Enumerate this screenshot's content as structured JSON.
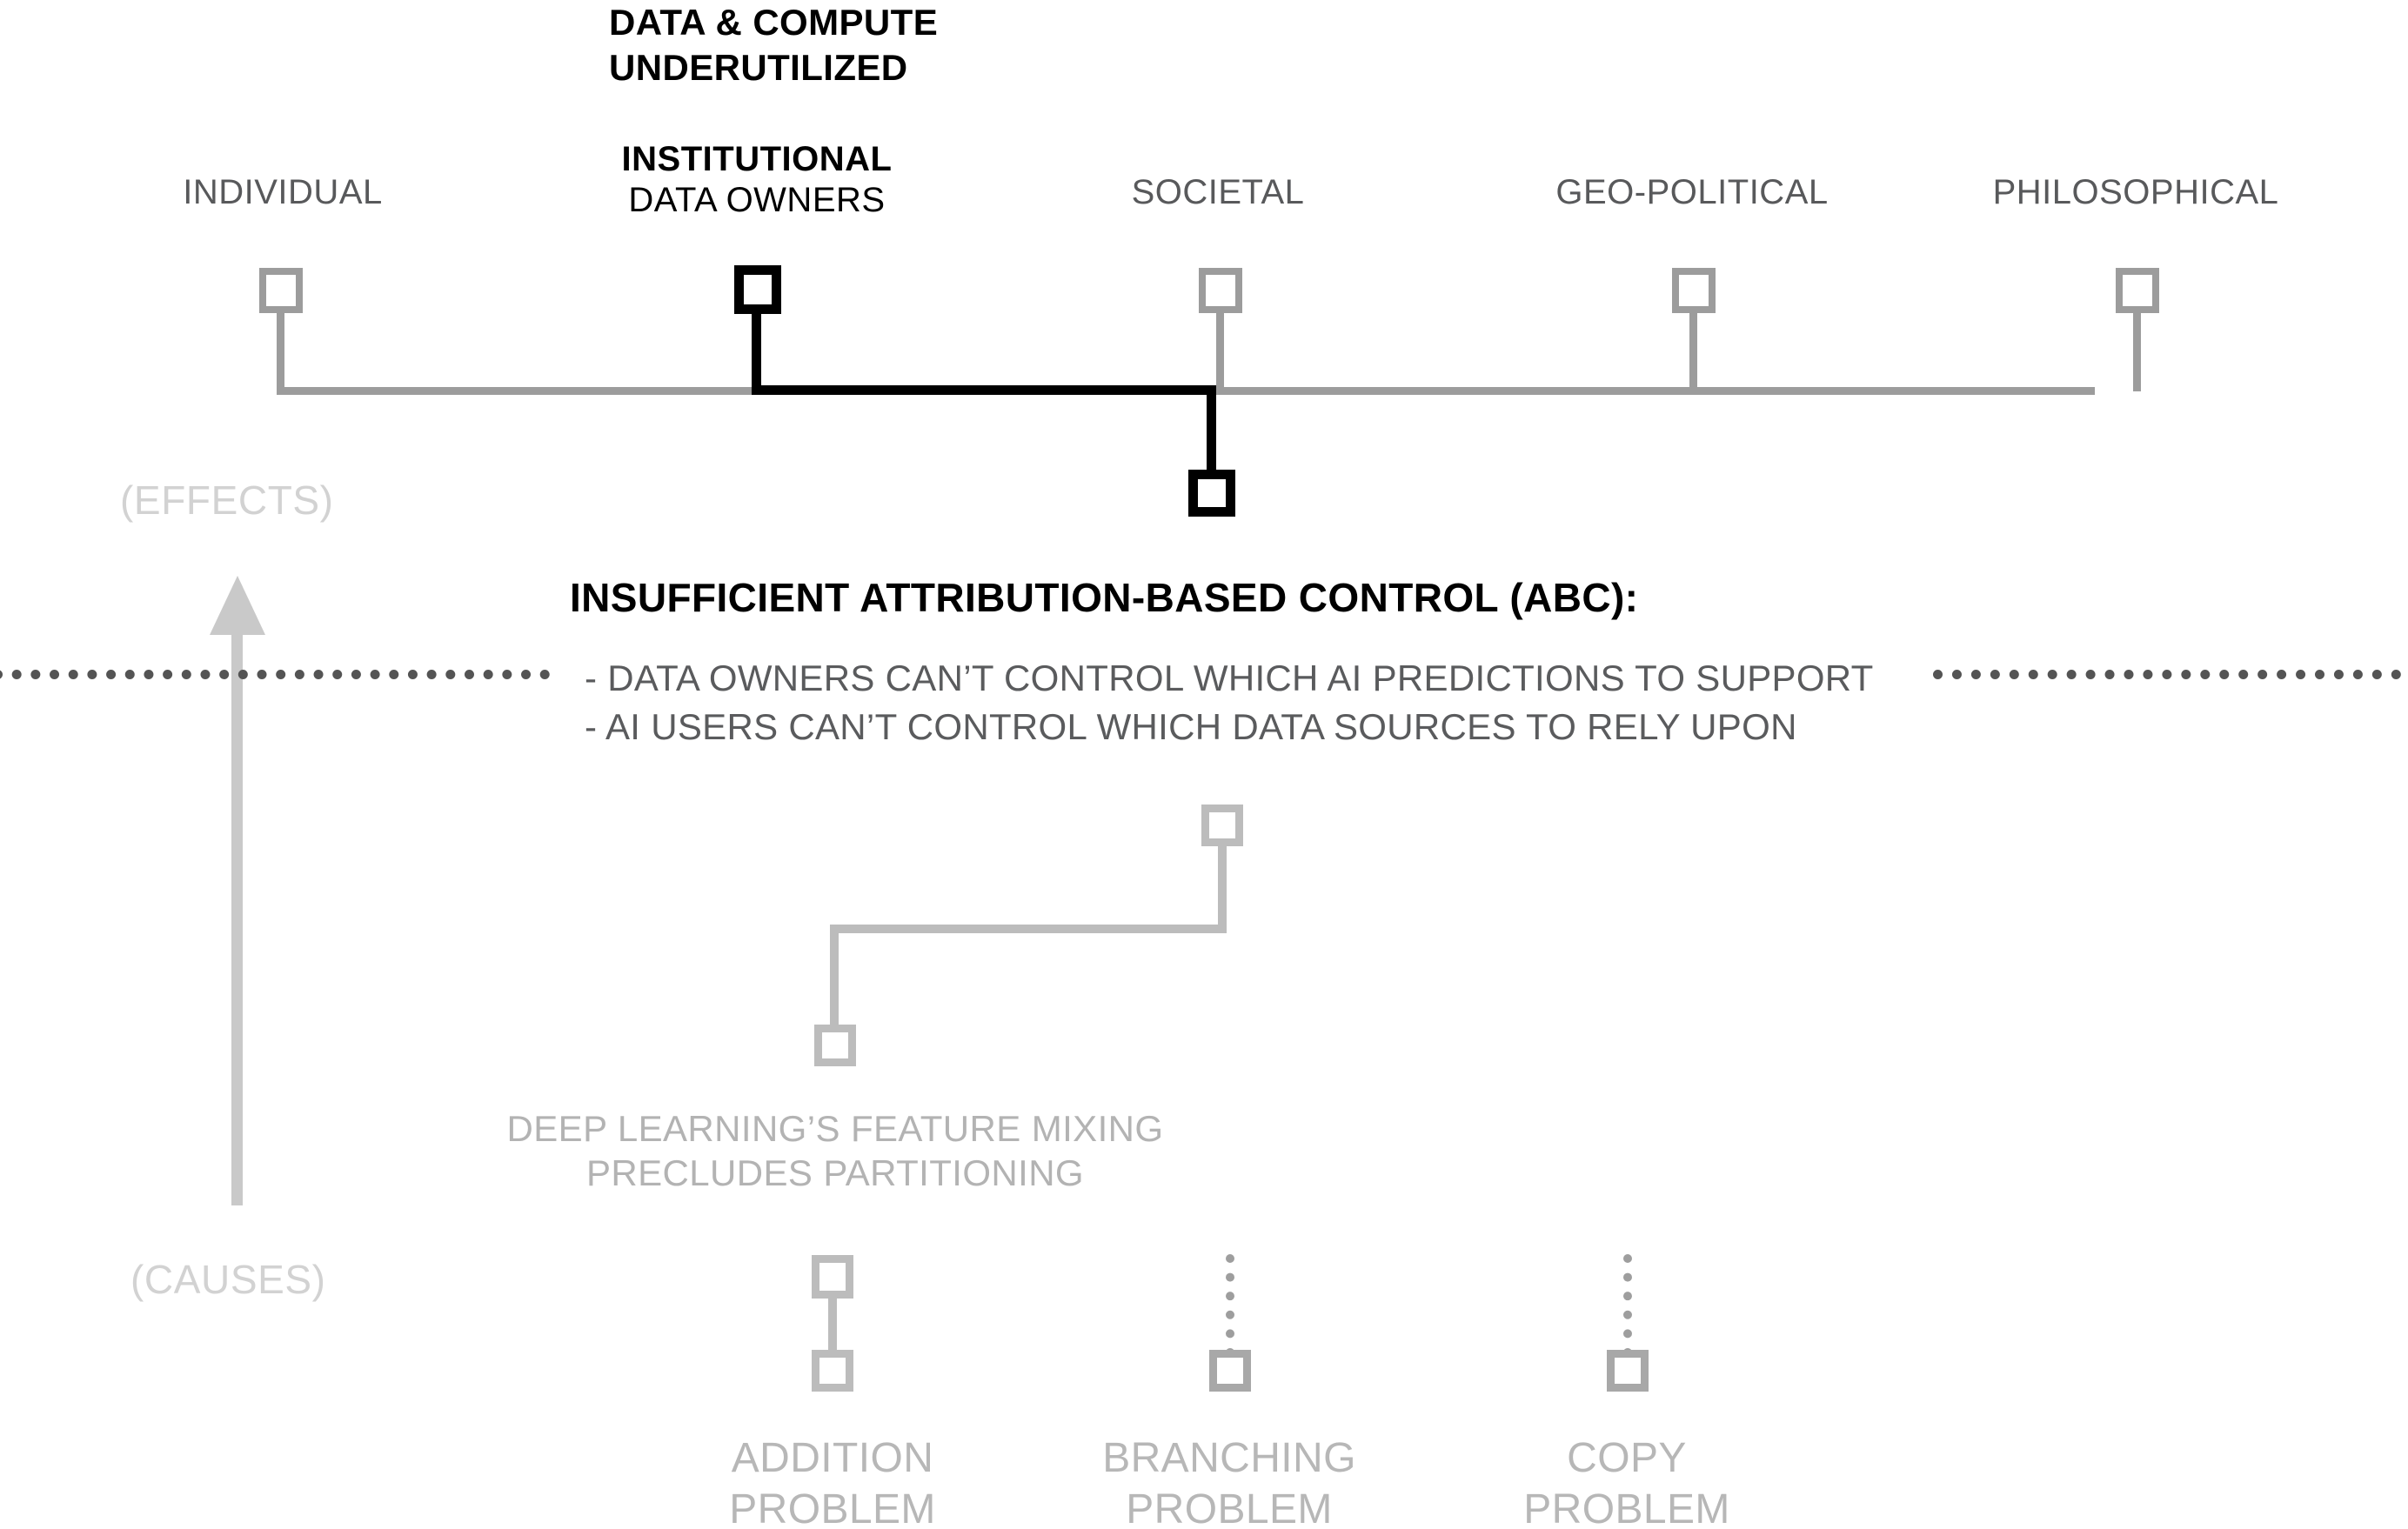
{
  "diagram": {
    "title_block": {
      "line1": "DATA & COMPUTE",
      "line2": "UNDERUTILIZED"
    },
    "effects_axis_label": "(EFFECTS)",
    "causes_axis_label": "(CAUSES)",
    "top_nodes": [
      {
        "label": "INDIVIDUAL",
        "sublabel": "",
        "emphasis": "gray"
      },
      {
        "label": "INSTITUTIONAL",
        "sublabel": "DATA OWNERS",
        "emphasis": "black"
      },
      {
        "label": "SOCIETAL",
        "sublabel": "",
        "emphasis": "gray"
      },
      {
        "label": "GEO-POLITICAL",
        "sublabel": "",
        "emphasis": "gray"
      },
      {
        "label": "PHILOSOPHICAL",
        "sublabel": "",
        "emphasis": "gray"
      }
    ],
    "center_statement": {
      "heading": "INSUFFICIENT ATTRIBUTION-BASED CONTROL (ABC):",
      "bullets": [
        "- DATA OWNERS CAN’T CONTROL WHICH AI PREDICTIONS TO SUPPORT",
        "- AI USERS CAN’T CONTROL WHICH DATA SOURCES TO RELY UPON"
      ]
    },
    "cause_branch": {
      "line1": "DEEP LEARNING’S FEATURE MIXING",
      "line2": "PRECLUDES PARTITIONING"
    },
    "problems": [
      {
        "line1": "ADDITION",
        "line2": "PROBLEM",
        "connector": "solid"
      },
      {
        "line1": "BRANCHING",
        "line2": "PROBLEM",
        "connector": "dotted"
      },
      {
        "line1": "COPY",
        "line2": "PROBLEM",
        "connector": "dotted"
      }
    ],
    "colors": {
      "emphasis": "#000000",
      "muted": "#9c9c9c",
      "faint": "#c9c9c9",
      "dotted_divider": "#545454"
    }
  }
}
